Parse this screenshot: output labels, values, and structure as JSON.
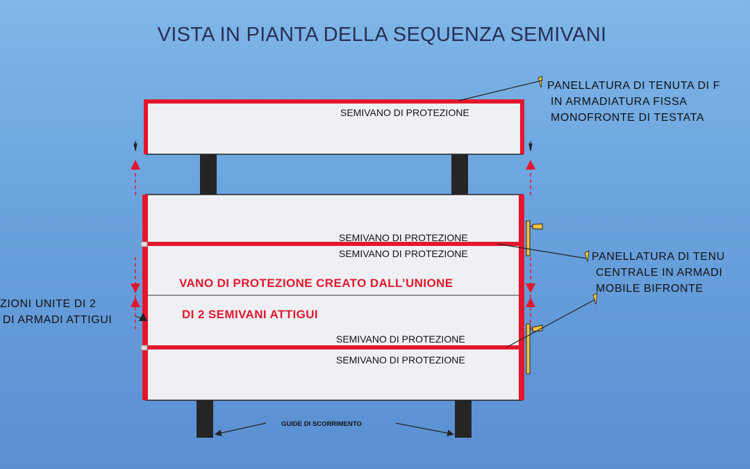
{
  "title": "VISTA IN PIANTA DELLA SEQUENZA SEMIVANI",
  "labels": {
    "semivano": "SEMIVANO DI PROTEZIONE",
    "vano_line1": "VANO DI PROTEZIONE CREATO DALL’UNIONE",
    "vano_line2": "DI 2 SEMIVANI ATTIGUI",
    "panel_top": [
      "PANELLATURA DI TENUTA DI F",
      "IN ARMADIATURA FISSA",
      "MONOFRONTE DI TESTATA"
    ],
    "panel_mid": [
      "PANELLATURA DI TENU",
      "CENTRALE IN ARMADI",
      "MOBILE BIFRONTE"
    ],
    "left_note": [
      "ZIONI UNITE DI 2",
      "DI ARMADI ATTIGUI"
    ],
    "guide": "GUIDE DI SCORRIMENTO"
  },
  "colors": {
    "frame": "#e5162b",
    "panel": "#eef0f4",
    "dark": "#252525",
    "marker": "#f5c33b"
  }
}
